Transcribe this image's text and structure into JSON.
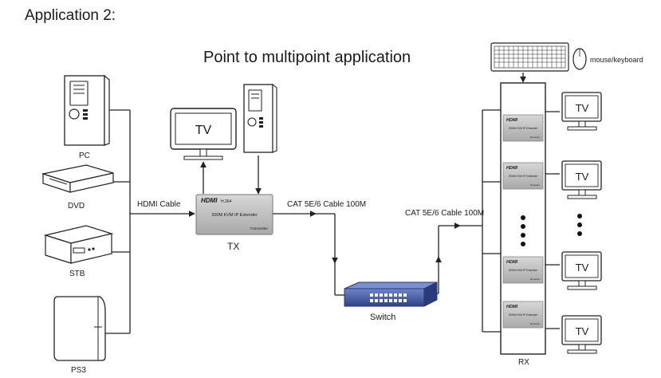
{
  "header": {
    "heading": "Application 2:",
    "title": "Point to multipoint  application"
  },
  "sources": {
    "pc": "PC",
    "dvd": "DVD",
    "stb": "STB",
    "ps3": "PS3"
  },
  "cables": {
    "hdmi": "HDMI Cable",
    "cat_tx": "CAT 5E/6 Cable 100M",
    "cat_rx": "CAT 5E/6 Cable 100M"
  },
  "tx": {
    "brand": "HDMI",
    "codec": "H.264",
    "model": "200M KVM IP Extender",
    "unit": "Transmitter",
    "label": "TX"
  },
  "switch": {
    "label": "Switch"
  },
  "rx": {
    "label": "RX",
    "brand": "HDMI",
    "model": "200M KVM IP Extender",
    "unit": "Receiver"
  },
  "displays": {
    "tv": "TV"
  },
  "peripherals": {
    "label": "mouse/keyboard"
  },
  "colors": {
    "accent": "#4a5fa8",
    "device_gray": "#bdbdbd",
    "line": "#222222"
  }
}
